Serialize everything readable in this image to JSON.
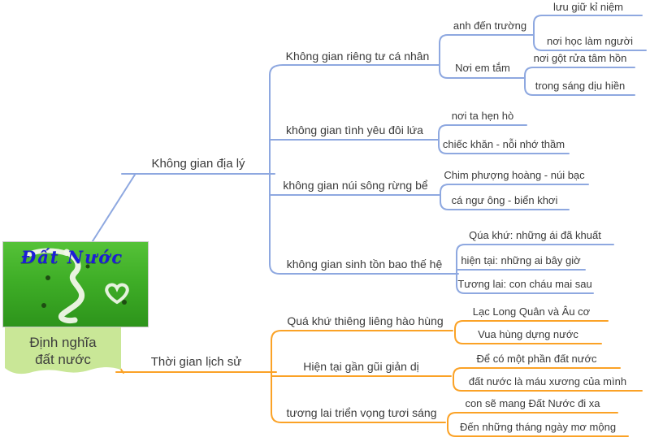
{
  "center": {
    "image_caption": "Đất Nước",
    "label_line1": "Định nghĩa",
    "label_line2": "đất nước"
  },
  "colors": {
    "blue_branch": "#8EA8E0",
    "orange_branch": "#FBA226",
    "green_box_fill": "#C9E797",
    "caption_blue": "#1C1CD8"
  },
  "geo": {
    "label": "Không gian địa lý",
    "groups": [
      {
        "label": "Không gian riêng tư cá nhân",
        "subs": [
          {
            "label": "anh đến trường",
            "leaves": [
              "lưu giữ kỉ niệm",
              "nơi học làm người"
            ]
          },
          {
            "label": "Nơi em tắm",
            "leaves": [
              "nơi gột rửa tâm hồn",
              "trong sáng dịu hiền"
            ]
          }
        ]
      },
      {
        "label": "không gian tình yêu đôi lứa",
        "leaves": [
          "nơi ta hẹn hò",
          "chiếc khăn - nỗi nhớ thầm"
        ]
      },
      {
        "label": "không gian núi sông rừng bể",
        "leaves": [
          "Chim phượng hoàng - núi bạc",
          "cá ngư ông - biển khơi"
        ]
      },
      {
        "label": "không gian sinh tồn bao thế hệ",
        "leaves": [
          "Qúa khứ: những ái đã khuất",
          "hiện tại: những ai bây giờ",
          "Tương lai: con cháu mai sau"
        ]
      }
    ]
  },
  "history": {
    "label": "Thời gian lịch sử",
    "groups": [
      {
        "label": "Quá khứ thiêng liêng hào hùng",
        "leaves": [
          "Lạc Long Quân và Âu cơ",
          "Vua hùng dựng nước"
        ]
      },
      {
        "label": "Hiện tại gần gũi giản dị",
        "leaves": [
          "Để có một phần đất nước",
          "đất nước là máu xương của mình"
        ]
      },
      {
        "label": "tương lai triển vọng tươi sáng",
        "leaves": [
          "con sẽ mang Đất Nước đi xa",
          "Đến những tháng ngày mơ mộng"
        ]
      }
    ]
  }
}
